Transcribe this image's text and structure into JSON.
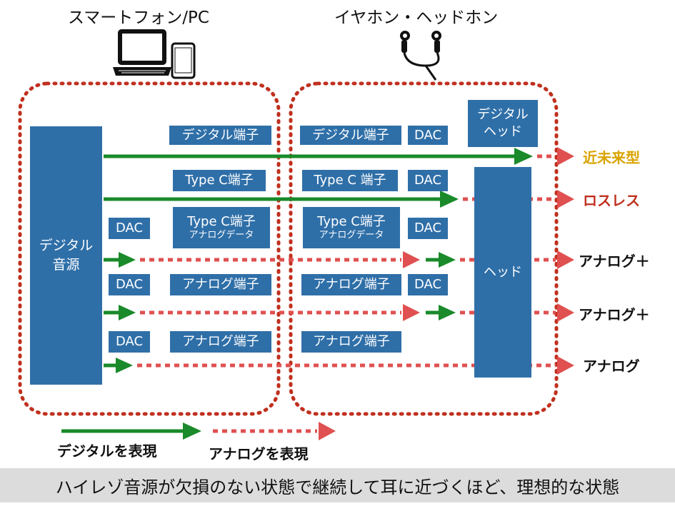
{
  "headers": {
    "left": "スマートフォン/PC",
    "right": "イヤホン・ヘッドホン"
  },
  "source_block": {
    "line1": "デジタル",
    "line2": "音源"
  },
  "head_block": {
    "label": "ヘッド"
  },
  "digital_head_block": {
    "line1": "デジタル",
    "line2": "ヘッド"
  },
  "rows": [
    {
      "left_label": "デジタル端子",
      "right_label": "デジタル端子",
      "right_dac": "DAC",
      "output": "近未来型",
      "output_color": "#d9a400"
    },
    {
      "left_label": "Type C端子",
      "right_label": "Type C 端子",
      "right_dac": "DAC",
      "output": "ロスレス",
      "output_color": "#c0301e"
    },
    {
      "left_dac": "DAC",
      "left_label": "Type C端子",
      "left_sub": "アナログデータ",
      "right_label": "Type C端子",
      "right_sub": "アナログデータ",
      "right_dac": "DAC",
      "output": "アナログ＋",
      "output_color": "#111111"
    },
    {
      "left_dac": "DAC",
      "left_label": "アナログ端子",
      "right_label": "アナログ端子",
      "right_dac": "DAC",
      "output": "アナログ＋",
      "output_color": "#111111"
    },
    {
      "left_dac": "DAC",
      "left_label": "アナログ端子",
      "right_label": "アナログ端子",
      "output": "アナログ",
      "output_color": "#111111"
    }
  ],
  "legend": {
    "digital": "デジタルを表現",
    "analog": "アナログを表現"
  },
  "caption": "ハイレゾ音源が欠損のない状態で継続して耳に近づくほど、理想的な状態",
  "colors": {
    "block": "#2f6fa8",
    "digital_arrow": "#1a8a2a",
    "analog_arrow": "#e05050",
    "dotted_frame": "#c0301e"
  },
  "icons": [
    "laptop-icon",
    "smartphone-icon",
    "earphones-icon"
  ]
}
